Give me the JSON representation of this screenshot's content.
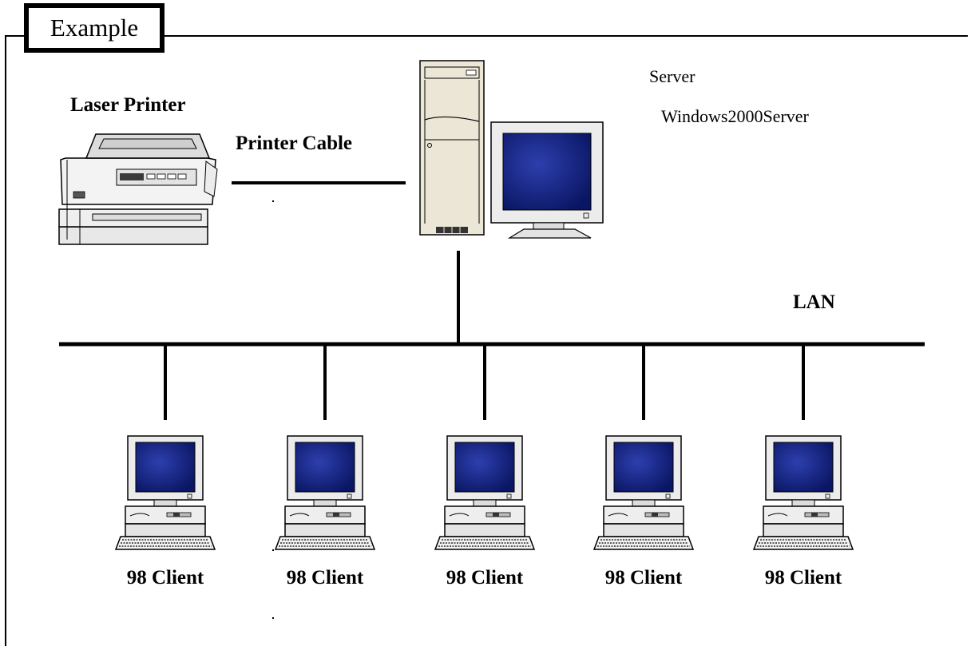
{
  "title": "Example",
  "printer": {
    "label": "Laser Printer"
  },
  "cable": {
    "label": "Printer Cable"
  },
  "server": {
    "label": "Server",
    "os": "Windows2000Server"
  },
  "network": {
    "label": "LAN"
  },
  "clients": [
    {
      "label": "98 Client"
    },
    {
      "label": "98 Client"
    },
    {
      "label": "98 Client"
    },
    {
      "label": "98 Client"
    },
    {
      "label": "98 Client"
    }
  ],
  "colors": {
    "screen": "#0d1e78",
    "screen_bezel": "#e9e9e9",
    "case": "#ece6d6",
    "line": "#000000"
  }
}
